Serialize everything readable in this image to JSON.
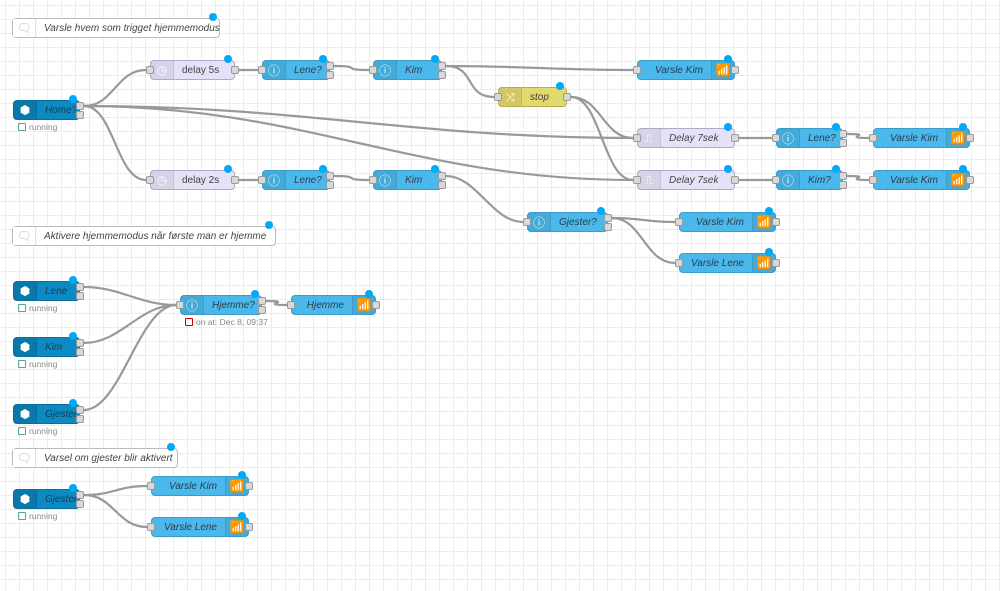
{
  "colors": {
    "ha_node": "#0b8ac4",
    "switch_node": "#4ab8ea",
    "delay_node": "#e6e0f8",
    "change_node": "#e2d96e",
    "changed_dot": "#00a9f4",
    "status_running": "#55aa88",
    "status_error": "#cc0000"
  },
  "comments": [
    {
      "label": "Varsle hvem som trigget hjemmemodus",
      "icon": "comment-icon"
    },
    {
      "label": "Aktivere hjemmemodus når første man er hjemme",
      "icon": "comment-icon"
    },
    {
      "label": "Varsel om gjester blir aktivert",
      "icon": "comment-icon"
    }
  ],
  "nodes": {
    "home": {
      "label": "Home?",
      "status": "running"
    },
    "delay5": {
      "label": "delay 5s"
    },
    "lene_top": {
      "label": "Lene?"
    },
    "kim_top": {
      "label": "Kim"
    },
    "varsle_kim_top": {
      "label": "Varsle Kim"
    },
    "stop": {
      "label": "stop"
    },
    "delay7_a": {
      "label": "Delay 7sek"
    },
    "lene_right": {
      "label": "Lene?"
    },
    "varsle_kim_a": {
      "label": "Varsle Kim"
    },
    "delay7_b": {
      "label": "Delay 7sek"
    },
    "kim_right": {
      "label": "Kim?"
    },
    "varsle_kim_b": {
      "label": "Varsle Kim"
    },
    "delay2": {
      "label": "delay 2s"
    },
    "lene_mid": {
      "label": "Lene?"
    },
    "kim_mid": {
      "label": "Kim"
    },
    "gjester_q": {
      "label": "Gjester?"
    },
    "varsle_kim_g": {
      "label": "Varsle Kim"
    },
    "varsle_lene_g": {
      "label": "Varsle Lene"
    },
    "lene_state": {
      "label": "Lene",
      "status": "running"
    },
    "kim_state": {
      "label": "Kim",
      "status": "running"
    },
    "gjester_state": {
      "label": "Gjester",
      "status": "running"
    },
    "hjemme_q": {
      "label": "Hjemme?",
      "status": "on at: Dec 8, 09:37"
    },
    "hjemme": {
      "label": "Hjemme"
    },
    "gjester_state2": {
      "label": "Gjester",
      "status": "running"
    },
    "varsle_kim_bottom": {
      "label": "Varsle Kim"
    },
    "varsle_lene_bottom": {
      "label": "Varsle Lene"
    }
  }
}
